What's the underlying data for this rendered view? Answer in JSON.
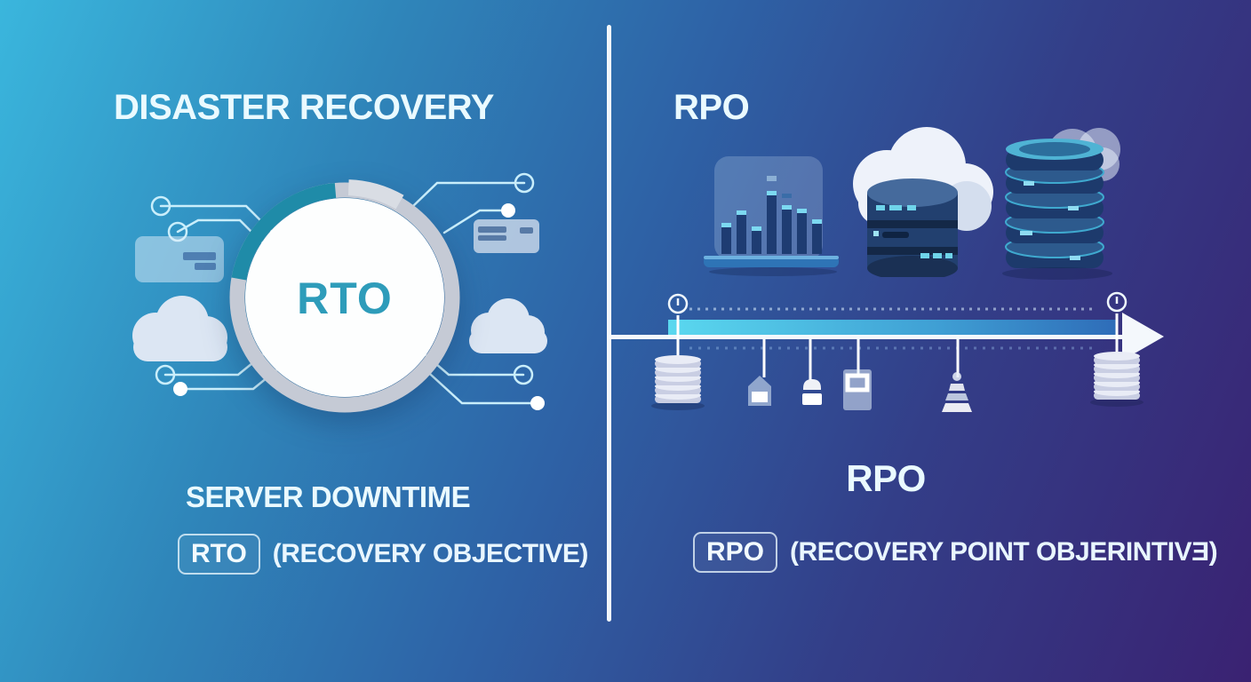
{
  "left_panel": {
    "title": "DISASTER RECOVERY",
    "dial_label": "RTO",
    "subtitle": "SERVER DOWNTIME",
    "acronym_box_label": "RTO",
    "acronym_caption": "(RECOVERY OBJECTIVE)"
  },
  "right_panel": {
    "title": "RPO",
    "section_label": "RPO",
    "acronym_box_label": "RPO",
    "acronym_caption": "(RECOVERY POINT OBJERINTIVƎ)"
  },
  "icons": {
    "left_panel": [
      "card-icon",
      "cloud-icon",
      "circuit-node-icon"
    ],
    "right_top_row": [
      "bar-chart-icon",
      "cloud-database-icon",
      "disk-stack-icon"
    ],
    "timeline": [
      "clock-marker-icon",
      "database-stack-icon",
      "tag-icon",
      "jar-icon",
      "window-icon",
      "cone-icon",
      "timeline-arrow-icon"
    ]
  },
  "colors": {
    "background_top_left": "#3ab6dd",
    "background_bottom_right": "#3a2272",
    "accent_teal": "#2e9cba",
    "ring_gray": "#c5cad5",
    "ring_teal": "#1f8ba8",
    "timeline_bar_start": "#5ad8ef",
    "timeline_bar_end": "#2e6cb8",
    "circuit_line": "#c9eefb",
    "navy_icon": "#1d3a6c",
    "cyan_highlight": "#7cd9f1",
    "white": "#f4f8fc"
  }
}
